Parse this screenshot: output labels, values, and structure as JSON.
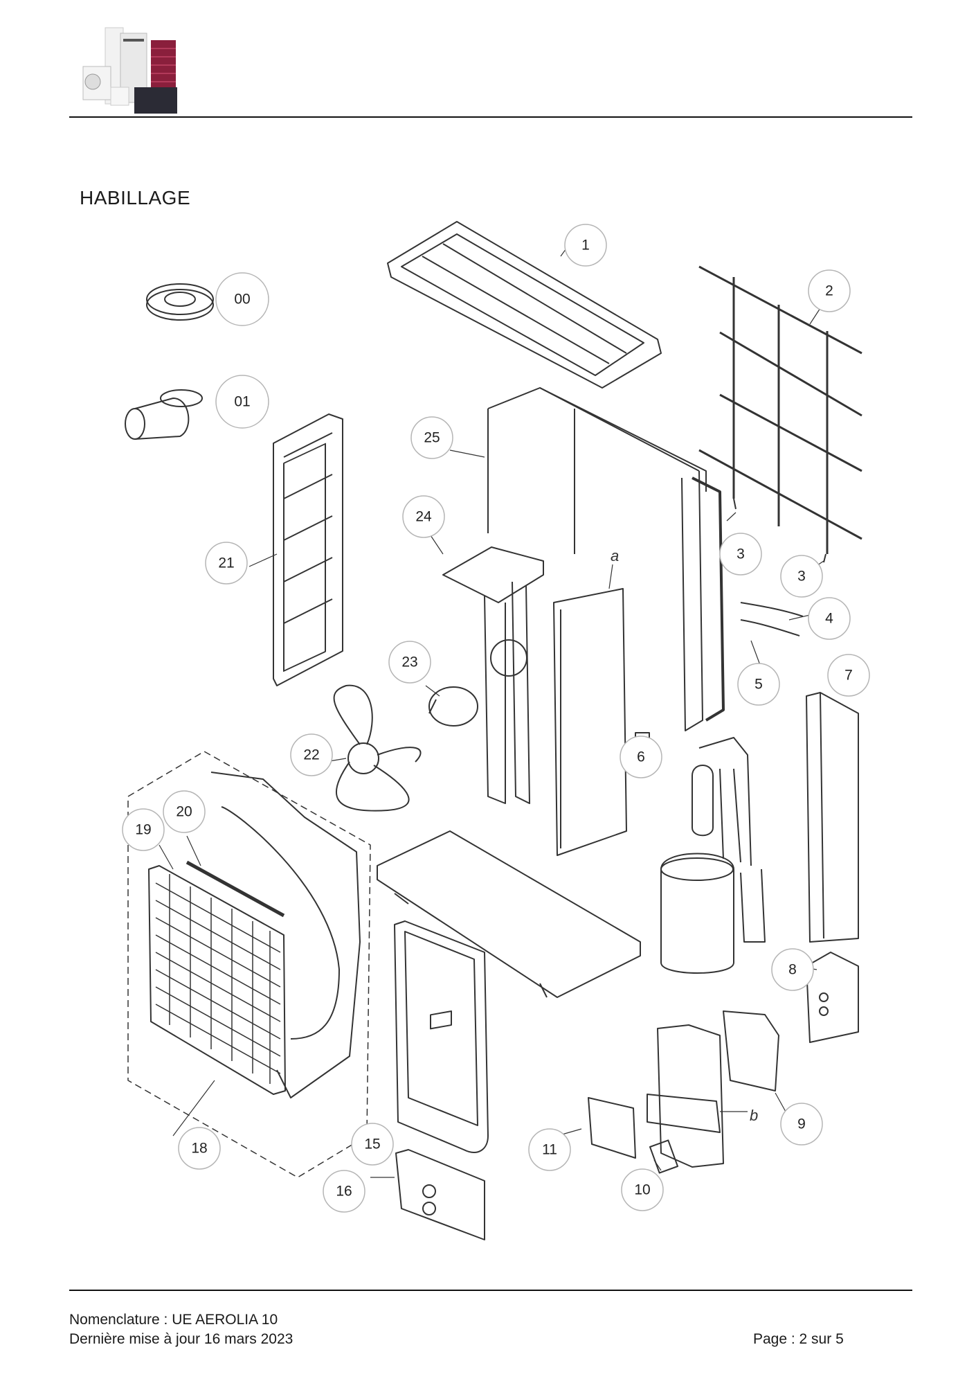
{
  "header": {
    "logo_icon": "product-range-logo"
  },
  "section_title": "HABILLAGE",
  "callouts": [
    {
      "id": "c1",
      "label": "1"
    },
    {
      "id": "c2",
      "label": "2"
    },
    {
      "id": "c3a",
      "label": "3"
    },
    {
      "id": "c3b",
      "label": "3"
    },
    {
      "id": "c4",
      "label": "4"
    },
    {
      "id": "c5",
      "label": "5"
    },
    {
      "id": "c6",
      "label": "6"
    },
    {
      "id": "c7",
      "label": "7"
    },
    {
      "id": "c8",
      "label": "8"
    },
    {
      "id": "c9",
      "label": "9"
    },
    {
      "id": "c10",
      "label": "10"
    },
    {
      "id": "c11",
      "label": "11"
    },
    {
      "id": "c15",
      "label": "15"
    },
    {
      "id": "c16",
      "label": "16"
    },
    {
      "id": "c18",
      "label": "18"
    },
    {
      "id": "c19",
      "label": "19"
    },
    {
      "id": "c20",
      "label": "20"
    },
    {
      "id": "c21",
      "label": "21"
    },
    {
      "id": "c22",
      "label": "22"
    },
    {
      "id": "c23",
      "label": "23"
    },
    {
      "id": "c24",
      "label": "24"
    },
    {
      "id": "c25",
      "label": "25"
    },
    {
      "id": "c00",
      "label": "00"
    },
    {
      "id": "c01",
      "label": "01"
    }
  ],
  "letters": {
    "a": "a",
    "b": "b"
  },
  "footer": {
    "line1": "Nomenclature : UE AEROLIA 10",
    "line2": "Dernière mise à jour 16 mars 2023",
    "page": "Page : 2 sur 5"
  }
}
